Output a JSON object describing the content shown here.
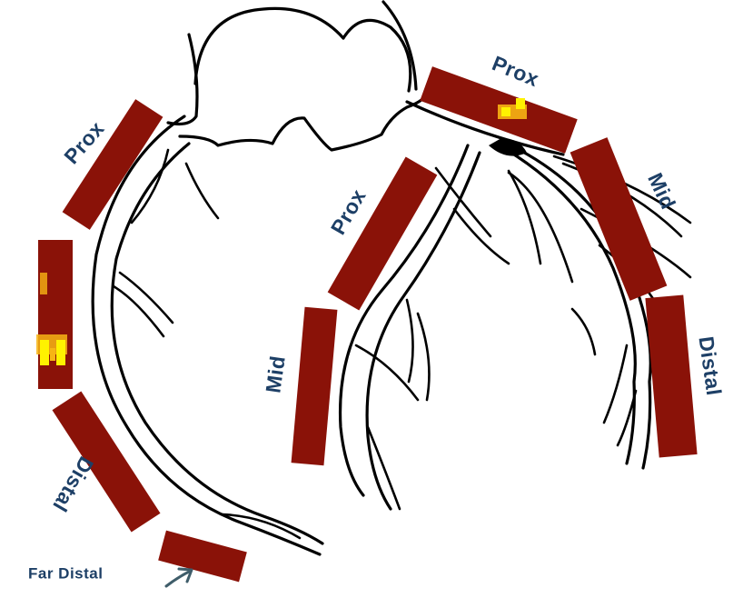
{
  "colors": {
    "segment_fill": "#8a1208",
    "label": "#1d3f66",
    "hotspot_yellow": "#fff200",
    "hotspot_orange": "#f7b514"
  },
  "labels": {
    "rca_prox": "Prox",
    "rca_distal": "Distal",
    "rca_far_distal": "Far Distal",
    "lad_prox": "Prox",
    "lad_mid": "Mid",
    "lcx_prox": "Prox",
    "lcx_mid": "Mid",
    "lcx_distal": "Distal"
  }
}
